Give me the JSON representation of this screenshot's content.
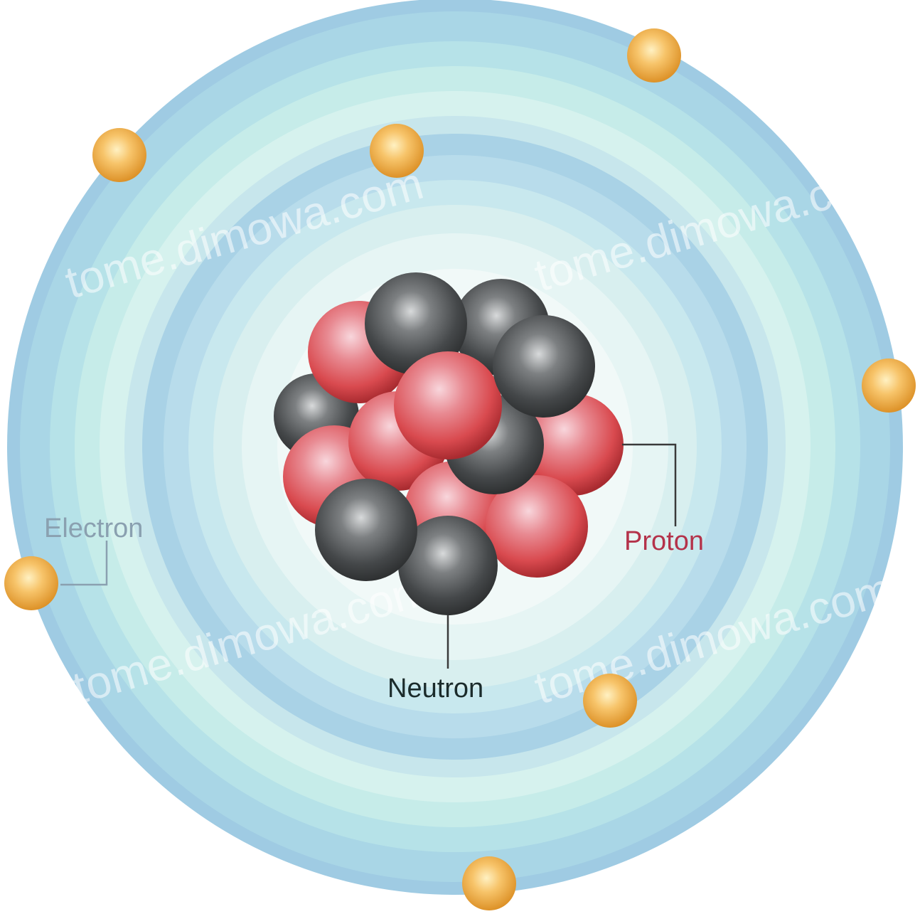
{
  "labels": {
    "electron": "Electron",
    "proton": "Proton",
    "neutron": "Neutron"
  },
  "watermark": "tome.dimowa.com",
  "colors": {
    "outer_ring": "#9ec9e2",
    "inner_ring": "#d8f1ee",
    "core_glow": "#f4fbfb",
    "proton": "#d94a4f",
    "neutron": "#4a4c4e",
    "electron": "#f2a43a",
    "electron_label": "#8aa0b0",
    "proton_label": "#b4324a",
    "neutron_label": "#1b2b2b",
    "leader_line": "#3a3a3a"
  }
}
